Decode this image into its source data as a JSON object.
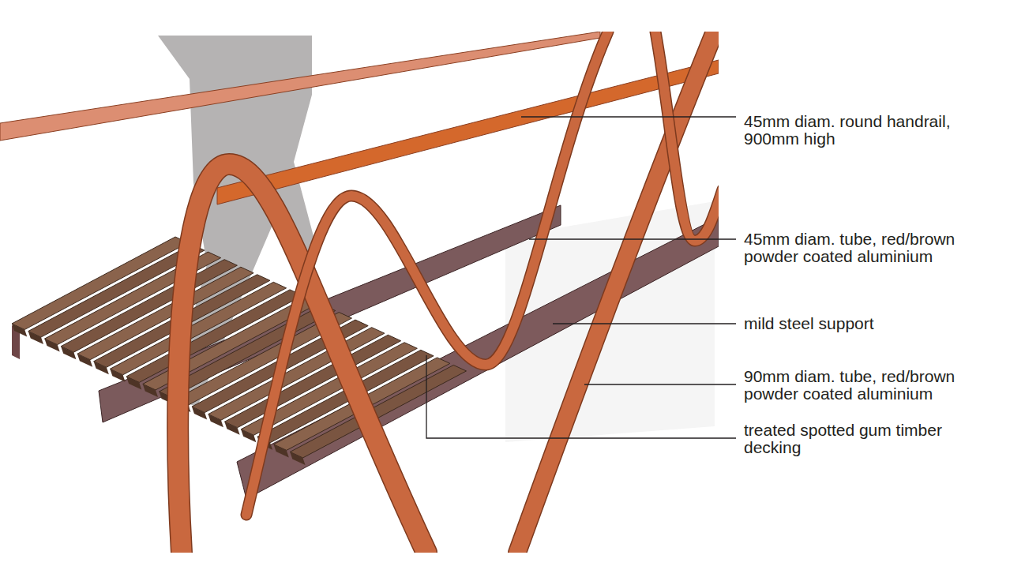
{
  "diagram": {
    "labels": [
      "45mm diam. round handrail, 900mm high",
      "45mm diam. tube, red/brown powder coated aluminium",
      "mild steel support",
      "90mm diam. tube, red/brown powder coated aluminium",
      "treated spotted gum timber decking"
    ]
  }
}
